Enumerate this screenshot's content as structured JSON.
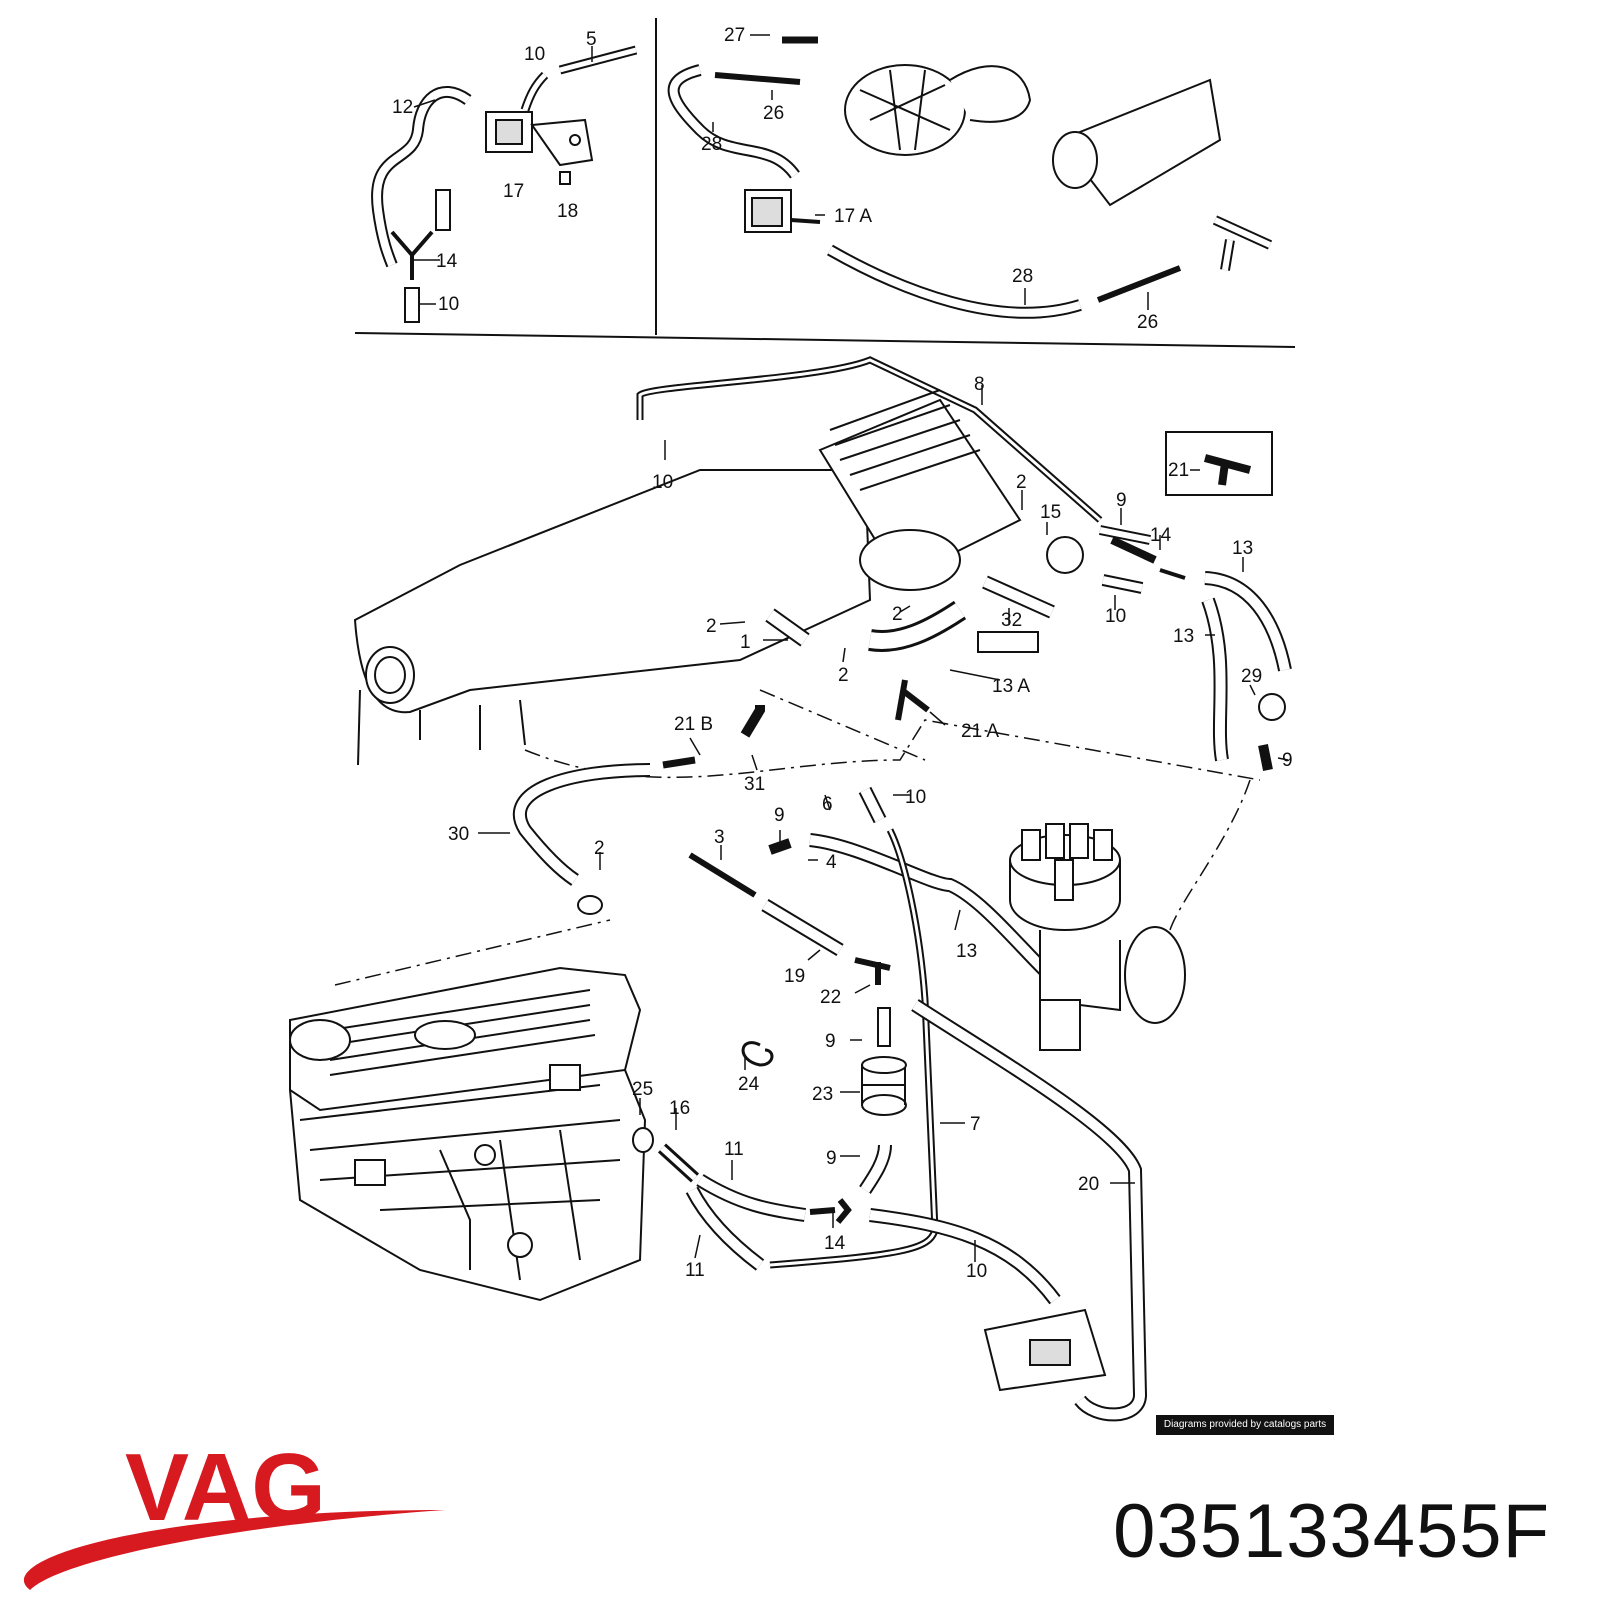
{
  "brand": {
    "logo_text": "VAG",
    "logo_color": "#d71920"
  },
  "part_number": "035133455F",
  "credit": "Diagrams provided by catalogs parts",
  "callouts": {
    "c10a": "10",
    "c5": "5",
    "c12": "12",
    "c17": "17",
    "c18": "18",
    "c14a": "14",
    "c10b": "10",
    "c27": "27",
    "c26a": "26",
    "c28a": "28",
    "c17A": "17 A",
    "c28b": "28",
    "c26b": "26",
    "c8": "8",
    "c10c": "10",
    "c2a": "2",
    "c15": "15",
    "c9a": "9",
    "c14b": "14",
    "c13a": "13",
    "c21": "21",
    "c10d": "10",
    "c13b": "13",
    "c2b": "2",
    "c1": "1",
    "c2c": "2",
    "c2d": "2",
    "c32": "32",
    "c13A": "13 A",
    "c29": "29",
    "c9b": "9",
    "c21B": "21 B",
    "c21A": "21 A",
    "c31": "31",
    "c6": "6",
    "c10e": "10",
    "c30": "30",
    "c9c": "9",
    "c3": "3",
    "c2e": "2",
    "c4": "4",
    "c13c": "13",
    "c19": "19",
    "c22": "22",
    "c9d": "9",
    "c24": "24",
    "c23": "23",
    "c25": "25",
    "c16": "16",
    "c7": "7",
    "c9e": "9",
    "c11a": "11",
    "c20": "20",
    "c14c": "14",
    "c11b": "11",
    "c10f": "10"
  }
}
